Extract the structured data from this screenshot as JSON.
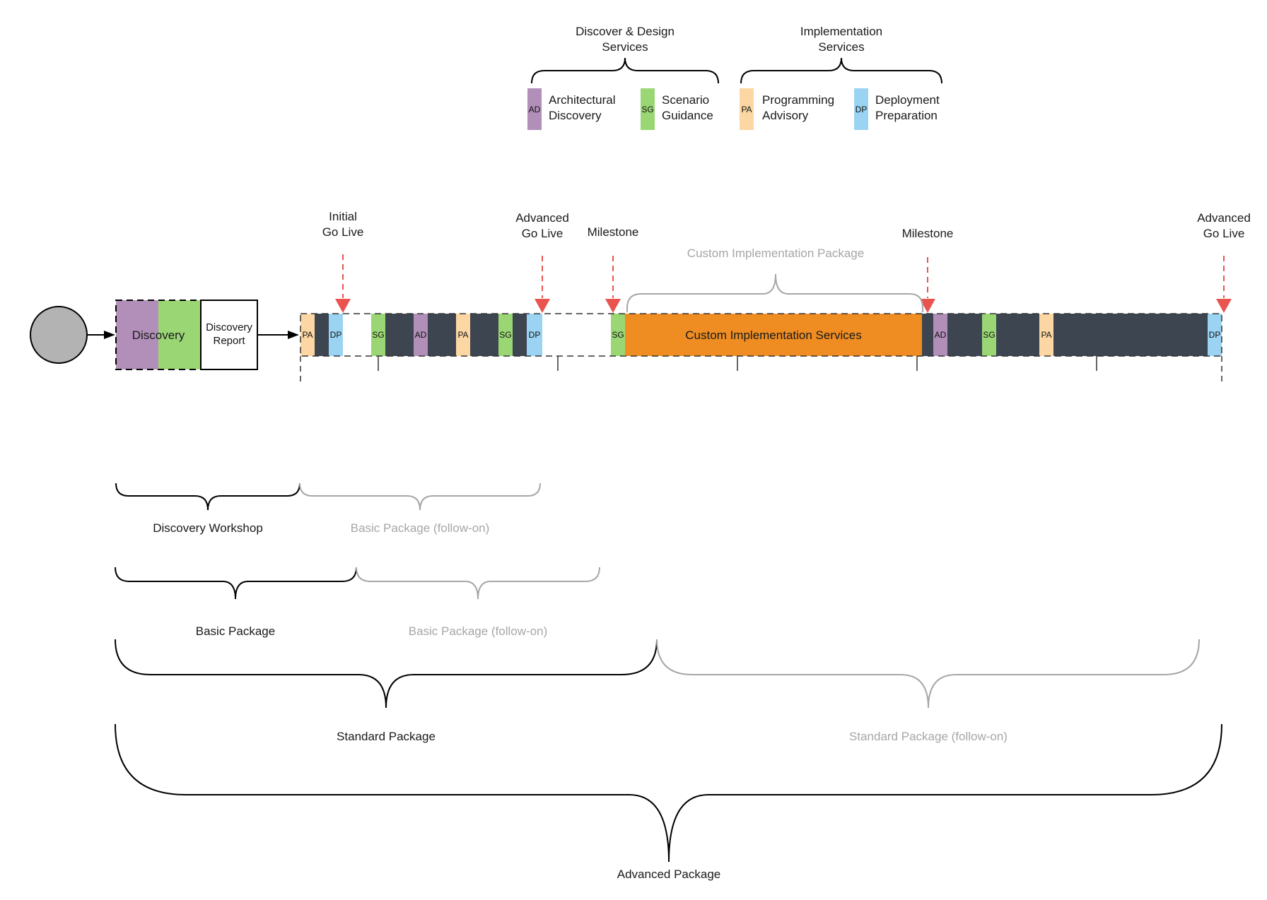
{
  "colors": {
    "architectural_discovery": "#b18fb8",
    "scenario_guidance": "#9ad774",
    "programming_advisory": "#fcd7a4",
    "deployment_preparation": "#9bd3f2",
    "custom_services": "#ef8d22",
    "dark_fill": "#3c4550",
    "marker": "#e9544f",
    "muted_text": "#a6a6a6",
    "start_node": "#b3b3b3"
  },
  "legend": {
    "groups": [
      {
        "title_line1": "Discover & Design",
        "title_line2": "Services"
      },
      {
        "title_line1": "Implementation",
        "title_line2": "Services"
      }
    ],
    "items": [
      {
        "code": "AD",
        "line1": "Architectural",
        "line2": "Discovery"
      },
      {
        "code": "SG",
        "line1": "Scenario",
        "line2": "Guidance"
      },
      {
        "code": "PA",
        "line1": "Programming",
        "line2": "Advisory"
      },
      {
        "code": "DP",
        "line1": "Deployment",
        "line2": "Preparation"
      }
    ]
  },
  "discovery": {
    "label": "Discovery",
    "report_line1": "Discovery",
    "report_line2": "Report"
  },
  "timeline": {
    "segments": [
      "PA",
      "DP",
      "SG",
      "AD",
      "PA",
      "SG",
      "DP",
      "SG",
      "AD",
      "SG",
      "PA",
      "DP"
    ],
    "custom_label": "Custom Implementation Services"
  },
  "milestones": [
    {
      "line1": "Initial",
      "line2": "Go Live"
    },
    {
      "line1": "Advanced",
      "line2": "Go Live"
    },
    {
      "line1": "Milestone",
      "line2": ""
    },
    {
      "line1": "Milestone",
      "line2": ""
    },
    {
      "line1": "Advanced",
      "line2": "Go Live"
    }
  ],
  "custom_package_label": "Custom Implementation Package",
  "packages": {
    "discovery_workshop": "Discovery Workshop",
    "basic_follow_on_1": "Basic Package (follow-on)",
    "basic_package": "Basic Package",
    "basic_follow_on_2": "Basic Package (follow-on)",
    "standard_package": "Standard Package",
    "standard_follow_on": "Standard Package (follow-on)",
    "advanced_package": "Advanced Package"
  }
}
